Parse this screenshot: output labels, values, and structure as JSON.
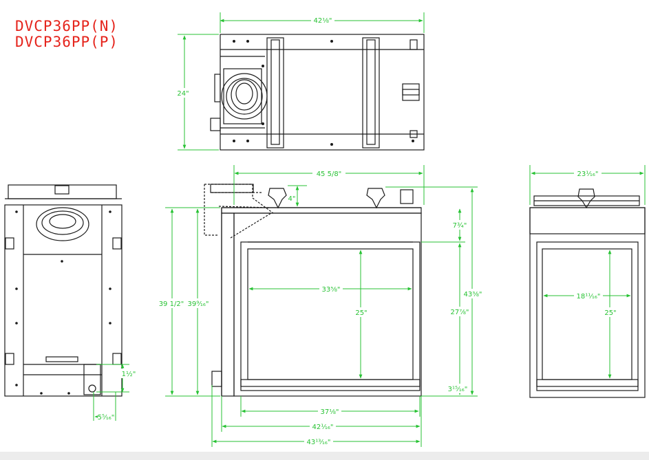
{
  "models": [
    "DVCP36PP(N)",
    "DVCP36PP(P)"
  ],
  "dimensions": {
    "top_width": "42⅛\"",
    "top_depth": "24\"",
    "front_width": "45 5/8\"",
    "vent_height": "4\"",
    "header_height": "7¾\"",
    "overall_height_right": "43⅜\"",
    "height_outer": "39 1/2\"",
    "height_inner": "39⁹⁄₁₆\"",
    "opening_height_side": "27⅞\"",
    "opening_width": "33⅝\"",
    "opening_height": "25\"",
    "bottom_gap": "3¹⁵⁄₁₆\"",
    "width_37": "37⅛\"",
    "width_42": "42¹⁄₁₆\"",
    "width_43": "43¹³⁄₁₆\"",
    "side_width": "23¹⁄₁₆\"",
    "side_opening_width": "18¹¹⁄₁₆\"",
    "side_opening_height": "25\"",
    "back_gas_height": "1½\"",
    "back_gas_offset": "5⁵⁄₁₆\""
  },
  "colors": {
    "line": "#1a1a1a",
    "dimension": "#27c233",
    "title": "#e5231b"
  }
}
